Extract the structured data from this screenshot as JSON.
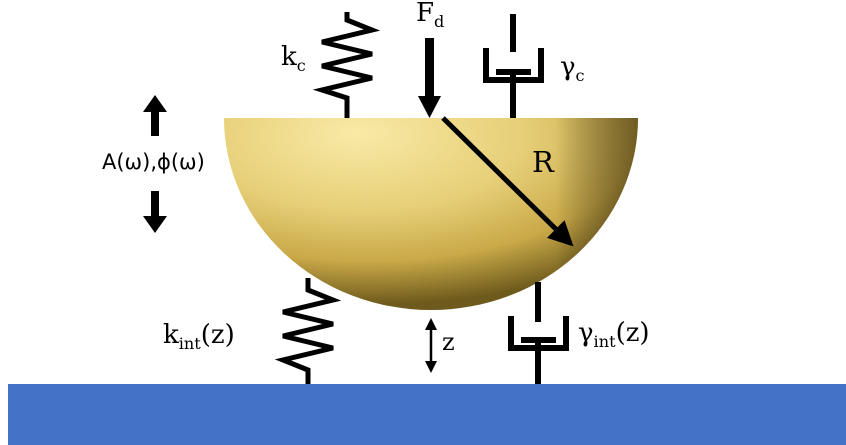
{
  "diagram": {
    "labels": {
      "kc": {
        "base": "k",
        "sub": "c"
      },
      "fd": {
        "base": "F",
        "sub": "d"
      },
      "gamma_c": {
        "base": "γ",
        "sub": "c"
      },
      "amp_phase": "A(ω),ϕ(ω)",
      "radius": "R",
      "kint": {
        "base": "k",
        "sub": "int",
        "suffix": "(z)"
      },
      "z": "z",
      "gamma_int": {
        "base": "γ",
        "sub": "int",
        "suffix": "(z)"
      }
    },
    "colors": {
      "substrate": "#4472c4",
      "sphere_light": "#f6e6a0",
      "sphere_mid": "#ddc264",
      "sphere_dark": "#4a3a10",
      "line": "#000000"
    }
  }
}
